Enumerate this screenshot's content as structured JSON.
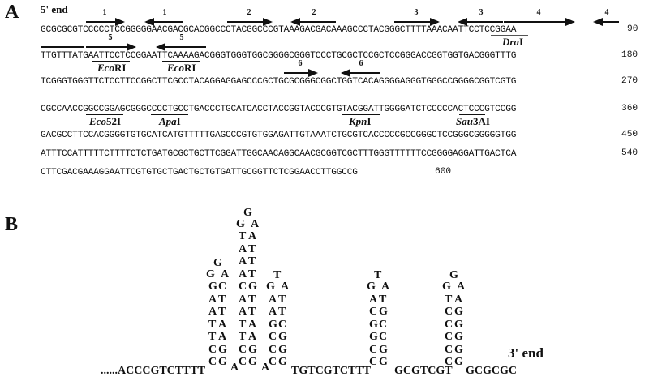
{
  "panel_a": {
    "label": "A",
    "five_prime": "5' end",
    "lines": [
      {
        "seq": "GCGCGCGTCCCCCTCCGGGGGAACGACGCACGGCCCTACGGCCCGTAAAGACGACAAAGCCCTACGGGCTTTTAAACAATTCCTCCGGAA",
        "num": "90"
      },
      {
        "seq": "TTGTTTATGAATTCCTCCGGAATTCAAAAGACGGGTGGGTGGCGGGGCGGGTCCCTGCGCTCCGCTCCGGGACCGGTGGTGACGGGTTTG",
        "num": "180"
      },
      {
        "seq": "TCGGGTGGGTTCTCCTTCCGGCTTCGCCTACAGGAGGAGCCCGCTGCGCGGGCGGCTGGTCACAGGGGAGGGTGGGCCGGGGCGGTCGTG",
        "num": "270"
      },
      {
        "seq": "CGCCAACCGGCCGGAGCGGGCCCCTGCCTGACCCTGCATCACCTACCGGTACCCGTGTACGGATTGGGGATCTCCCCCACTCCCGTCCGG",
        "num": "360"
      },
      {
        "seq": "GACGCCTTCCACGGGGTGTGCATCATGTTTTTGAGCCCGTGTGGAGATTGTAAATCTGCGTCACCCCCGCCGGGCTCCGGGCGGGGGTGG",
        "num": "450"
      },
      {
        "seq": "ATTTCCATTTTTCTTTTCTCTGATGCGCTGCTTCGGATTGGCAACAGGCAACGCGGTCGCTTTGGGTTTTTTCCGGGGAGGATTGACTCA",
        "num": "540"
      },
      {
        "seq": "CTTCGACGAAAGGAATTCGTGTGCTGACTGCTGTGATTGCGGTTCTCGGAACCTTGGCCG",
        "num": "600"
      }
    ],
    "repeats": [
      {
        "id": "1",
        "dir": "right"
      },
      {
        "id": "1",
        "dir": "left"
      },
      {
        "id": "2",
        "dir": "right"
      },
      {
        "id": "2",
        "dir": "left"
      },
      {
        "id": "3",
        "dir": "right"
      },
      {
        "id": "3",
        "dir": "left"
      },
      {
        "id": "4",
        "dir": "right"
      },
      {
        "id": "4",
        "dir": "left"
      },
      {
        "id": "5",
        "dir": "right"
      },
      {
        "id": "5",
        "dir": "left"
      },
      {
        "id": "6",
        "dir": "right"
      },
      {
        "id": "6",
        "dir": "left"
      }
    ],
    "sites": [
      {
        "name_italic": "Dra",
        "name_rest": "I",
        "motif": "TTTAAA"
      },
      {
        "name_italic": "Eco",
        "name_rest": "RI",
        "motif": "GAATTC"
      },
      {
        "name_italic": "Eco",
        "name_rest": "RI",
        "motif": "GAATTC"
      },
      {
        "name_italic": "Eco",
        "name_rest": "52I",
        "motif": "CGGCCG"
      },
      {
        "name_italic": "Apa",
        "name_rest": "I",
        "motif": "GGGCCC"
      },
      {
        "name_italic": "Kpn",
        "name_rest": "I",
        "motif": "GGTACC"
      },
      {
        "name_italic": "Sau",
        "name_rest": "3AI",
        "motif": "GATC"
      }
    ]
  },
  "panel_b": {
    "label": "B",
    "three_prime": "3' end",
    "backbone": [
      "......ACCCGTCTTTT",
      "A",
      "A",
      "TGTCGTCTTT",
      "GCGTCGT",
      "GCGCGC"
    ],
    "hairpins": [
      {
        "loop": [
          "G",
          "G",
          "A"
        ],
        "stem": [
          [
            "C",
            "G"
          ],
          [
            "C",
            "G"
          ],
          [
            "T",
            "A"
          ],
          [
            "T",
            "A"
          ],
          [
            "A",
            "T"
          ],
          [
            "A",
            "T"
          ],
          [
            "G",
            "C"
          ]
        ]
      },
      {
        "loop": [
          "G",
          "G",
          "A"
        ],
        "stem": [
          [
            "C",
            "G"
          ],
          [
            "C",
            "G"
          ],
          [
            "T",
            "A"
          ],
          [
            "T",
            "A"
          ],
          [
            "A",
            "T"
          ],
          [
            "A",
            "T"
          ],
          [
            "C",
            "G"
          ],
          [
            "A",
            "T"
          ],
          [
            "A",
            "T"
          ],
          [
            "A",
            "T"
          ],
          [
            "T",
            "A"
          ]
        ]
      },
      {
        "loop": [
          "T",
          "G",
          "A"
        ],
        "stem": [
          [
            "C",
            "G"
          ],
          [
            "C",
            "G"
          ],
          [
            "C",
            "G"
          ],
          [
            "G",
            "C"
          ],
          [
            "A",
            "T"
          ],
          [
            "A",
            "T"
          ]
        ]
      },
      {
        "loop": [
          "T",
          "G",
          "A"
        ],
        "stem": [
          [
            "C",
            "G"
          ],
          [
            "C",
            "G"
          ],
          [
            "G",
            "C"
          ],
          [
            "G",
            "C"
          ],
          [
            "C",
            "G"
          ],
          [
            "A",
            "T"
          ]
        ]
      },
      {
        "loop": [
          "G",
          "G",
          "A"
        ],
        "stem": [
          [
            "C",
            "G"
          ],
          [
            "C",
            "G"
          ],
          [
            "C",
            "G"
          ],
          [
            "C",
            "G"
          ],
          [
            "C",
            "G"
          ],
          [
            "T",
            "A"
          ]
        ]
      }
    ]
  }
}
